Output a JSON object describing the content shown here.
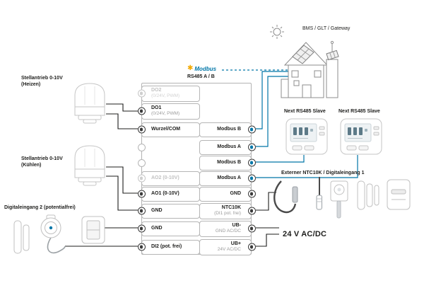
{
  "colors": {
    "modbus_blue": "#0076a8",
    "modbus_star_yellow": "#f2a900",
    "wire_black": "#1d1d1b",
    "device_line_gray": "#c6c6c6"
  },
  "header": {
    "bms_gateway_label": "BMS / GLT / Gateway"
  },
  "modbus": {
    "star_glyph": "✱",
    "name": "Modbus",
    "bus_label": "RS485 A / B"
  },
  "left_devices": {
    "actuator_heating": {
      "line1": "Stellantrieb 0-10V",
      "line2": "(Heizen)"
    },
    "actuator_cooling": {
      "line1": "Stellantrieb 0-10V",
      "line2": "(Kühlen)"
    },
    "digital_input_2": {
      "label": "Digitaleingang 2 (potentialfrei)"
    }
  },
  "right_side": {
    "slave_1_label": "Next RS485 Slave",
    "slave_2_label": "Next RS485 Slave",
    "ntc_label": "Externer NTC10K / Digitaleingang 1",
    "power_label": "24 V AC/DC"
  },
  "terminal_block": {
    "left": [
      {
        "label": "DO2",
        "sub": "(0/24V, PWM)"
      },
      {
        "label": "DO1",
        "sub": "(0/24V, PWM)"
      },
      {
        "label": "Wurzel/COM",
        "sub": ""
      },
      {
        "label": "",
        "sub": ""
      },
      {
        "label": "",
        "sub": ""
      },
      {
        "label": "AO2 (0-10V)",
        "sub": ""
      },
      {
        "label": "AO1 (0-10V)",
        "sub": ""
      },
      {
        "label": "GND",
        "sub": ""
      },
      {
        "label": "GND",
        "sub": ""
      },
      {
        "label": "DI2 (pot. frei)",
        "sub": ""
      }
    ],
    "right": [
      {
        "label": "Modbus B",
        "sub": ""
      },
      {
        "label": "Modbus A",
        "sub": ""
      },
      {
        "label": "Modbus B",
        "sub": ""
      },
      {
        "label": "Modbus A",
        "sub": ""
      },
      {
        "label": "GND",
        "sub": ""
      },
      {
        "label": "NTC10K",
        "sub": "(DI1 pot. frei)"
      },
      {
        "label": "UB-",
        "sub": "GND AC/DC"
      },
      {
        "label": "UB+",
        "sub": "24V AC/DC"
      }
    ]
  }
}
